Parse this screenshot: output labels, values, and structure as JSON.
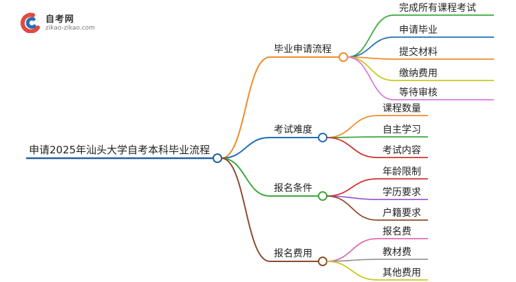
{
  "logo": {
    "title": "自考网",
    "url": "zikao-zikao.com",
    "colors": {
      "c_red": "#e04a3f",
      "c_blue": "#2a6fb5"
    }
  },
  "mindmap": {
    "root": {
      "label": "申请2025年汕头大学自考本科毕业流程",
      "color": "#1f5f9f"
    },
    "branches": [
      {
        "label": "毕业申请流程",
        "color": "#f08a24",
        "children": [
          {
            "label": "完成所有课程考试",
            "color": "#3aa83a"
          },
          {
            "label": "申请毕业",
            "color": "#1f6fb5"
          },
          {
            "label": "提交材料",
            "color": "#f08a24"
          },
          {
            "label": "缴纳费用",
            "color": "#c8c81e"
          },
          {
            "label": "等待审核",
            "color": "#d879d8"
          }
        ]
      },
      {
        "label": "考试难度",
        "color": "#1f6fb5",
        "children": [
          {
            "label": "课程数量",
            "color": "#f08a24"
          },
          {
            "label": "自主学习",
            "color": "#3aa83a"
          },
          {
            "label": "考试内容",
            "color": "#d03030"
          }
        ]
      },
      {
        "label": "报名条件",
        "color": "#3aa83a",
        "children": [
          {
            "label": "年龄限制",
            "color": "#d03030"
          },
          {
            "label": "学历要求",
            "color": "#9b59d0"
          },
          {
            "label": "户籍要求",
            "color": "#8b4a2a"
          }
        ]
      },
      {
        "label": "报名费用",
        "color": "#8b4a2a",
        "children": [
          {
            "label": "报名费",
            "color": "#e06ab0"
          },
          {
            "label": "教材费",
            "color": "#999999"
          },
          {
            "label": "其他费用",
            "color": "#c8c81e"
          }
        ]
      }
    ]
  }
}
